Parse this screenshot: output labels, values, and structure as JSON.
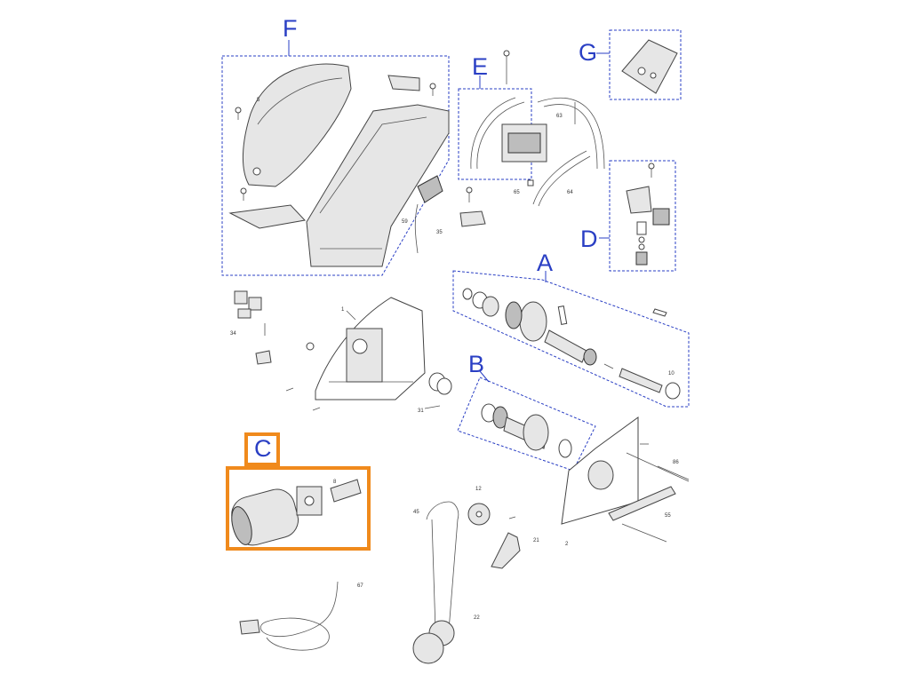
{
  "callouts": {
    "A": "A",
    "B": "B",
    "C": "C",
    "D": "D",
    "E": "E",
    "F": "F",
    "G": "G"
  },
  "part_numbers": {
    "p5": "5",
    "p59": "59",
    "p35": "35",
    "p63": "63",
    "p65": "65",
    "p64": "64",
    "p1": "1",
    "p34": "34",
    "p10": "10",
    "p31": "31",
    "p8": "8",
    "p86": "86",
    "p55": "55",
    "p12": "12",
    "p45": "45",
    "p21": "21",
    "p2": "2",
    "p67": "67",
    "p22": "22"
  },
  "colors": {
    "callout": "#2a3fc4",
    "dashed_box": "#2a3fc4",
    "highlight": "#f08a1c",
    "line": "#555555"
  }
}
